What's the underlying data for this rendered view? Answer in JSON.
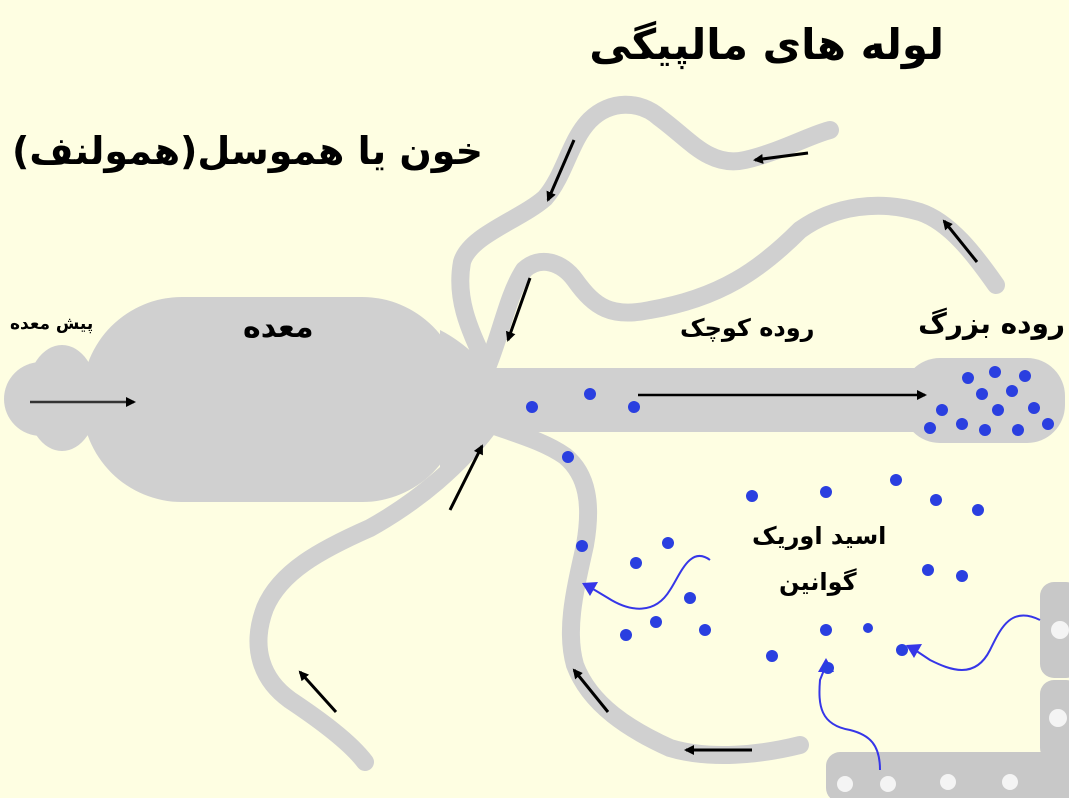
{
  "labels": {
    "malpighian_tubules": "لوله های مالپیگی",
    "blood_hemolymph": "خون یا هموسل(همولنف)",
    "crop": "پیش معده",
    "stomach": "معده",
    "small_intestine": "روده کوچک",
    "large_intestine": "روده بزرگ",
    "uric_acid": "اسید اوریک",
    "guanine": "گوانین"
  },
  "colors": {
    "background": "#fefee2",
    "organ_gray": "#d0d0d0",
    "particle_blue": "#2a3fe0",
    "flow_line_blue": "#3636e8",
    "arrow_black": "#000000"
  }
}
